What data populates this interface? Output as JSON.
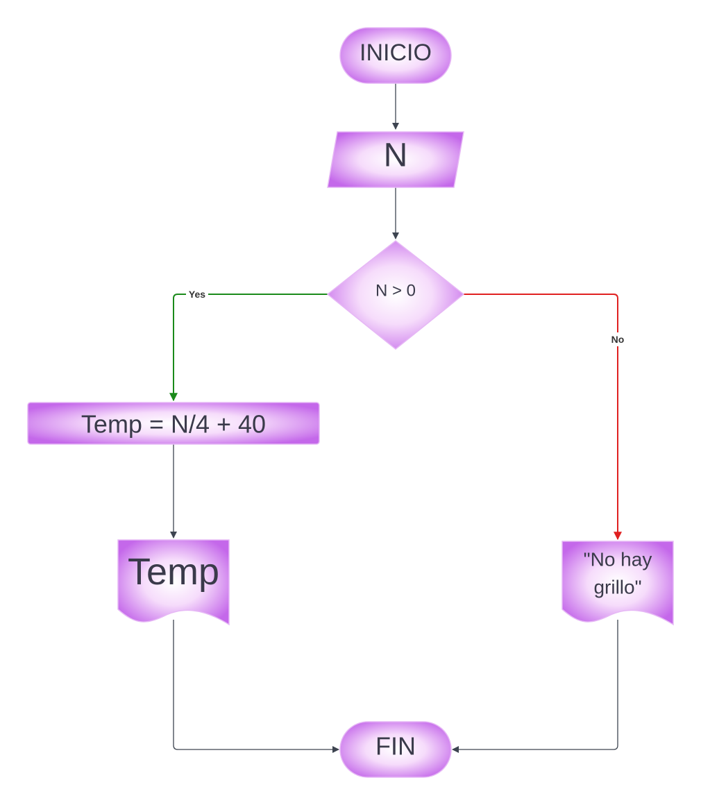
{
  "nodes": {
    "start": {
      "label": "INICIO"
    },
    "input": {
      "label": "N"
    },
    "decision": {
      "label": "N > 0"
    },
    "process": {
      "label": "Temp = N/4 + 40"
    },
    "output_yes": {
      "label": "Temp"
    },
    "output_no": {
      "line1": "\"No hay",
      "line2": "grillo\""
    },
    "end": {
      "label": "FIN"
    }
  },
  "edges": {
    "yes_label": "Yes",
    "no_label": "No"
  },
  "colors": {
    "yes": "#1a8a1a",
    "no": "#e02020",
    "connector": "#3d4450",
    "shape_edge": "#c26be6",
    "shape_center": "#ffffff",
    "shape_stroke": "#e6b8f5"
  }
}
